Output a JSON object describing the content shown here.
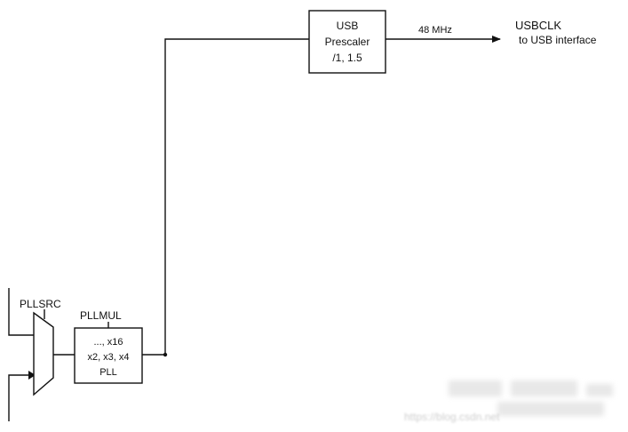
{
  "usb_prescaler": {
    "line1": "USB",
    "line2": "Prescaler",
    "line3": "/1, 1.5"
  },
  "frequency_label": "48 MHz",
  "output": {
    "line1": "USBCLK",
    "line2": "to USB interface"
  },
  "pllsrc_label": "PLLSRC",
  "pllmul_label": "PLLMUL",
  "pll_block": {
    "line1": "..., x16",
    "line2": "x2, x3, x4",
    "line3": "PLL"
  },
  "watermark": "https://blog.csdn.net",
  "colors": {
    "line": "#111111",
    "background": "#ffffff"
  }
}
